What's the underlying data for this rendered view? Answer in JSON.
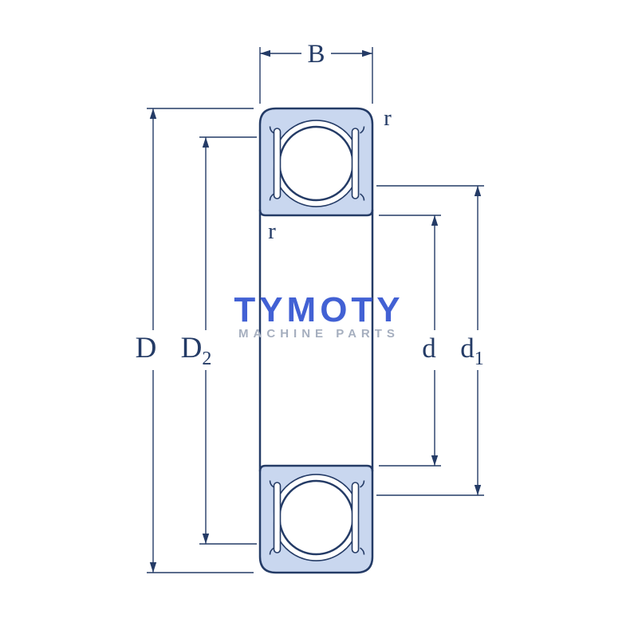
{
  "diagram": {
    "labels": {
      "B": "B",
      "D": "D",
      "D2": {
        "main": "D",
        "sub": "2"
      },
      "d": "d",
      "d1": {
        "main": "d",
        "sub": "1"
      },
      "r_top": "r",
      "r_bottom": "r"
    },
    "colors": {
      "line": "#243b66",
      "section_fill": "#c9d7ef",
      "background": "#ffffff"
    }
  },
  "watermark": {
    "title": "TYMOTY",
    "subtitle": "MACHINE PARTS",
    "title_color": "#3354d1",
    "subtitle_color": "#a6afbf"
  }
}
